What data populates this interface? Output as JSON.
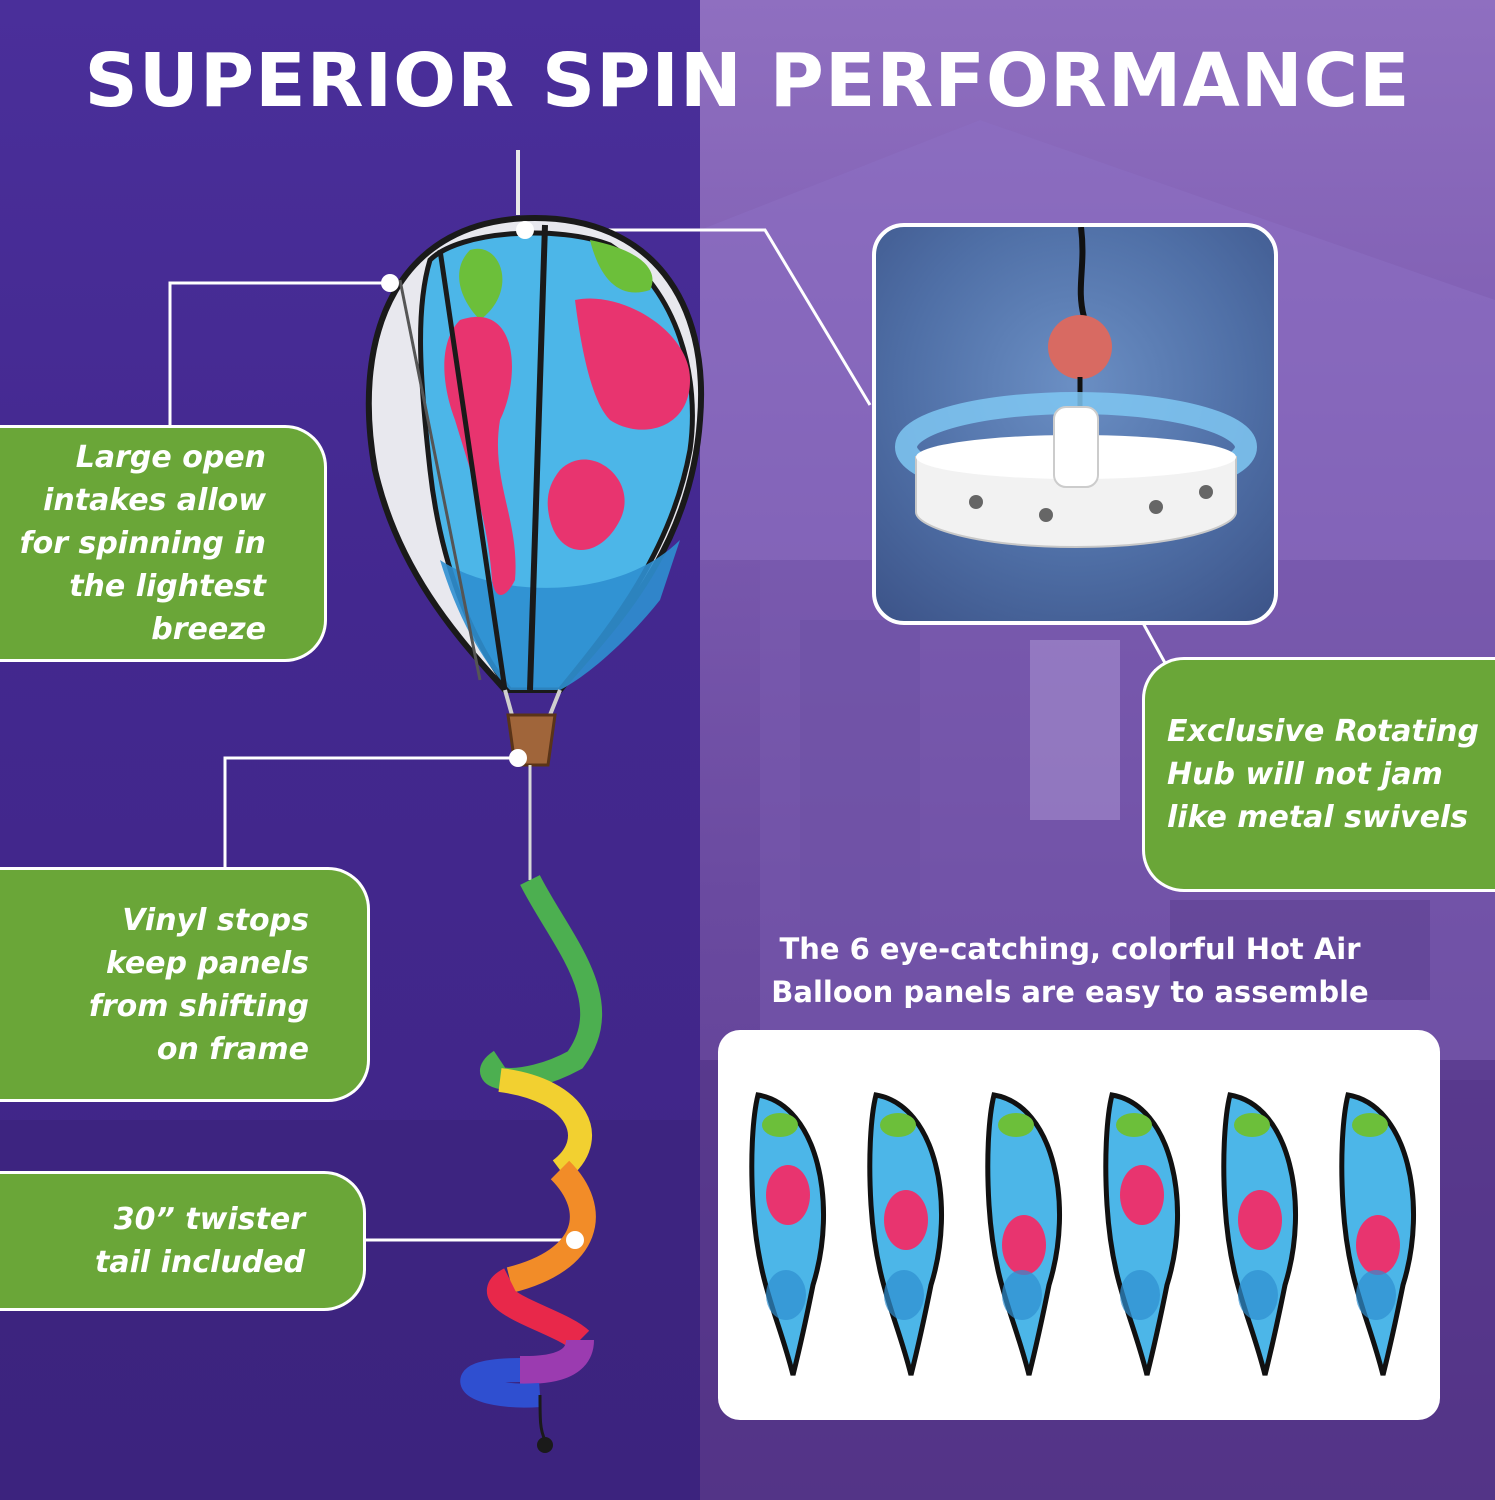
{
  "title": "SUPERIOR SPIN PERFORMANCE",
  "callouts": {
    "intakes": "Large open\nintakes allow\nfor spinning in\nthe lightest\nbreeze",
    "vinyl_stops": "Vinyl stops\nkeep panels\nfrom shifting\non frame",
    "twister": "30” twister\ntail included",
    "hub": "Exclusive Rotating\nHub will not jam\nlike metal swivels"
  },
  "panels_caption": "The 6 eye-catching, colorful Hot Air\nBalloon panels are easy to assemble",
  "colors": {
    "callout_green": "#6aa638",
    "background_purple": "#43288f",
    "flamingo_pink": "#e8346f",
    "panel_sky": "#4cb6e8"
  },
  "panels_count": 6
}
